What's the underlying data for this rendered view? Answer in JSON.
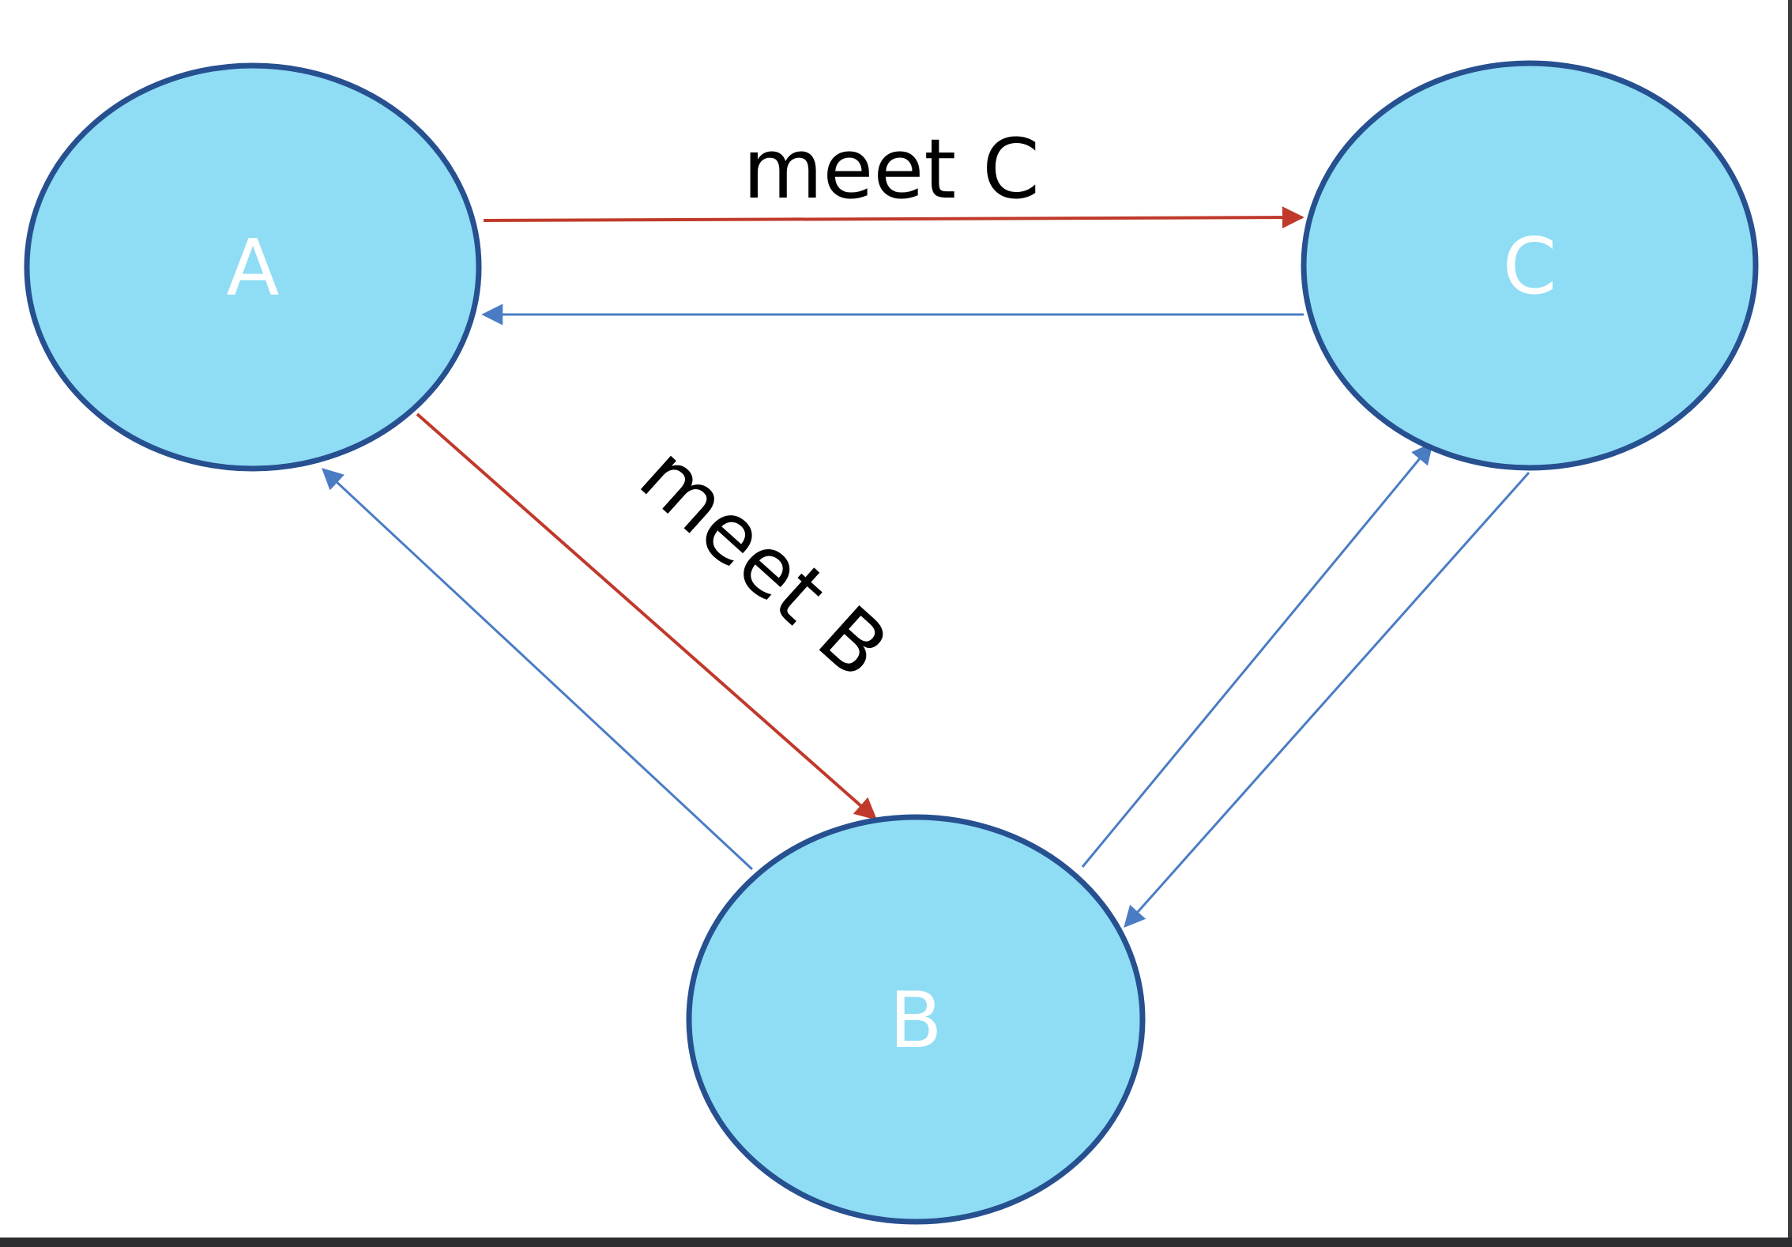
{
  "nodes": [
    {
      "id": "A",
      "label": "A"
    },
    {
      "id": "B",
      "label": "B"
    },
    {
      "id": "C",
      "label": "C"
    }
  ],
  "edges": [
    {
      "from": "A",
      "to": "C",
      "label": "meet C",
      "color": "#c0392b"
    },
    {
      "from": "C",
      "to": "A",
      "label": "",
      "color": "#4a7cc4"
    },
    {
      "from": "A",
      "to": "B",
      "label": "meet B",
      "color": "#c0392b"
    },
    {
      "from": "B",
      "to": "A",
      "label": "",
      "color": "#4a7cc4"
    },
    {
      "from": "B",
      "to": "C",
      "label": "",
      "color": "#4a7cc4"
    },
    {
      "from": "C",
      "to": "B",
      "label": "",
      "color": "#4a7cc4"
    }
  ],
  "colors": {
    "node_fill": "#8fdcf5",
    "node_stroke": "#26508f",
    "highlight_edge": "#c0392b",
    "normal_edge": "#4a7cc4"
  }
}
